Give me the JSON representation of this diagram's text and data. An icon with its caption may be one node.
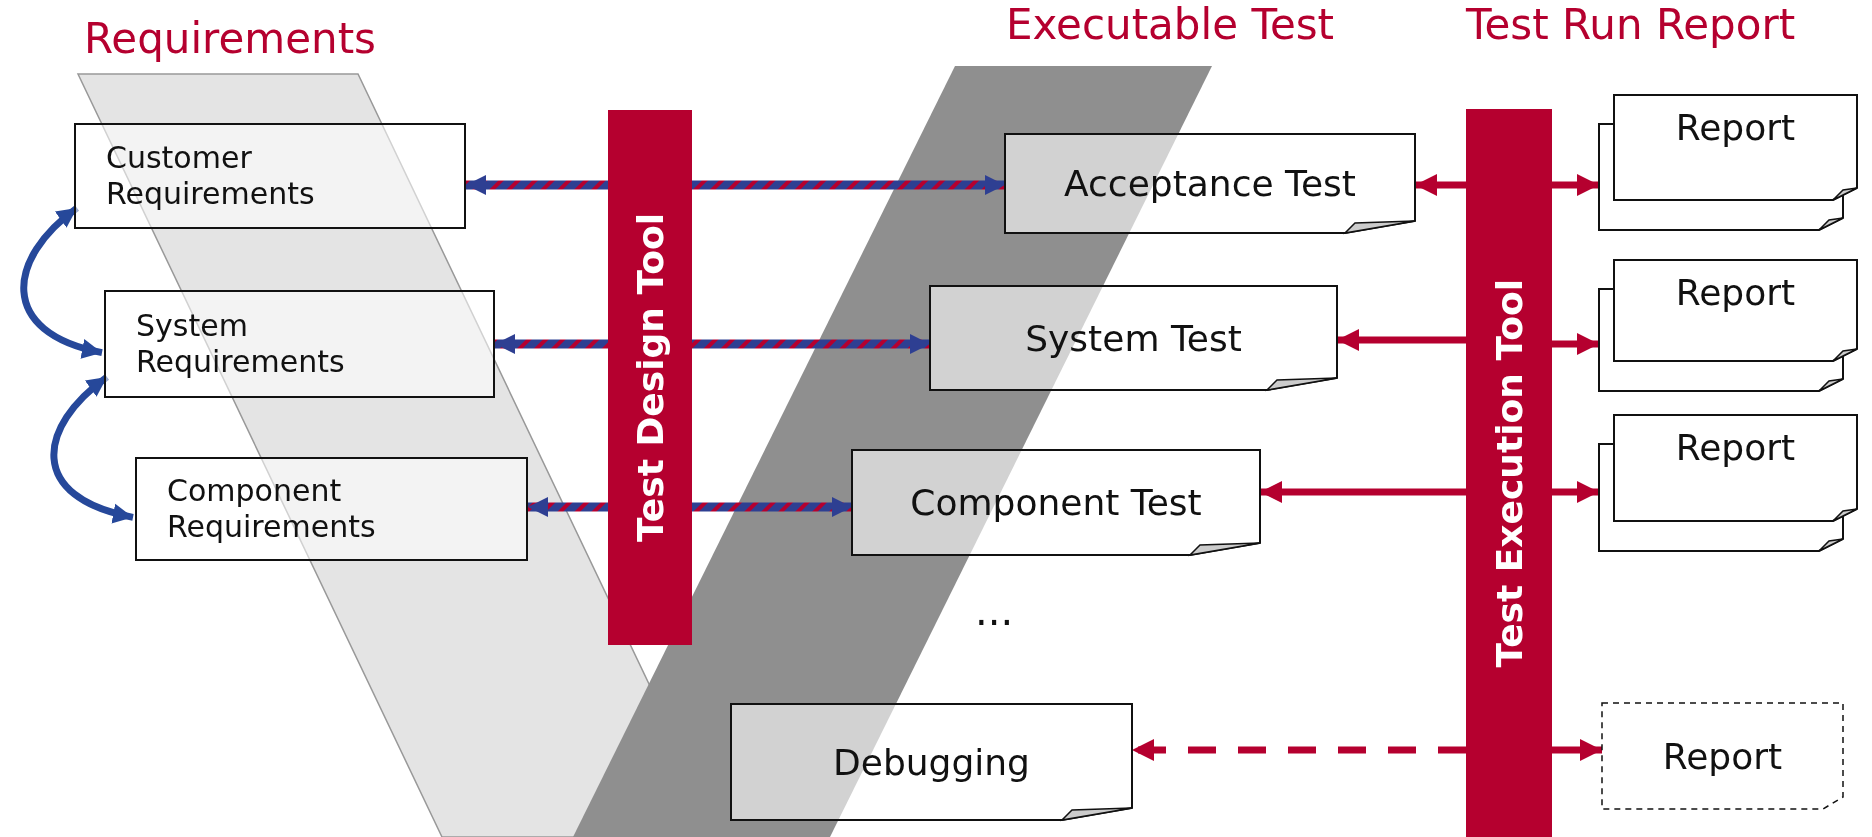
{
  "diagram": {
    "nodes": [
      {
        "text": [
          "Customer Requirements"
        ]
      },
      {
        "text": [
          "System Requirements"
        ]
      },
      {
        "text": [
          "Component Requirements"
        ]
      },
      {
        "text": [
          "Test Design Tool"
        ]
      },
      {
        "text": [
          "Acceptance Test"
        ]
      },
      {
        "text": [
          "System Test"
        ]
      },
      {
        "text": [
          "Component Test"
        ]
      },
      {
        "text": [
          "Debugging"
        ]
      },
      {
        "text": [
          "Test Execution Tool"
        ]
      },
      {
        "text": [
          "Report"
        ]
      },
      {
        "text": [
          "Report"
        ]
      },
      {
        "text": [
          "Report"
        ]
      },
      {
        "text": [
          "Report"
        ]
      }
    ],
    "edges": [
      {
        "from": 0,
        "to": 1,
        "arrow": "both",
        "color": "#26489a"
      },
      {
        "from": 1,
        "to": 2,
        "arrow": "both",
        "color": "#26489a"
      },
      {
        "from": 3,
        "to": 0,
        "arrow": "to",
        "color": "#2e3f92"
      },
      {
        "from": 3,
        "to": 4,
        "arrow": "to",
        "color": "#2e3f92"
      },
      {
        "from": 3,
        "to": 1,
        "arrow": "to",
        "color": "#2e3f92"
      },
      {
        "from": 3,
        "to": 5,
        "arrow": "to",
        "color": "#2e3f92"
      },
      {
        "from": 3,
        "to": 2,
        "arrow": "to",
        "color": "#2e3f92"
      },
      {
        "from": 3,
        "to": 6,
        "arrow": "to",
        "color": "#2e3f92"
      },
      {
        "from": 8,
        "to": 4,
        "arrow": "to"
      },
      {
        "from": 8,
        "to": 5,
        "arrow": "to"
      },
      {
        "from": 8,
        "to": 6,
        "arrow": "to"
      },
      {
        "from": 8,
        "to": 7,
        "arrow": "to",
        "style": "dashed"
      },
      {
        "from": 8,
        "to": 9,
        "arrow": "to"
      },
      {
        "from": 8,
        "to": 10,
        "arrow": "to"
      },
      {
        "from": 8,
        "to": 11,
        "arrow": "to"
      },
      {
        "from": 8,
        "to": 12,
        "arrow": "to"
      }
    ],
    "labels": [
      "Requirements",
      "Executable Test",
      "Test Run Report",
      "..."
    ]
  }
}
